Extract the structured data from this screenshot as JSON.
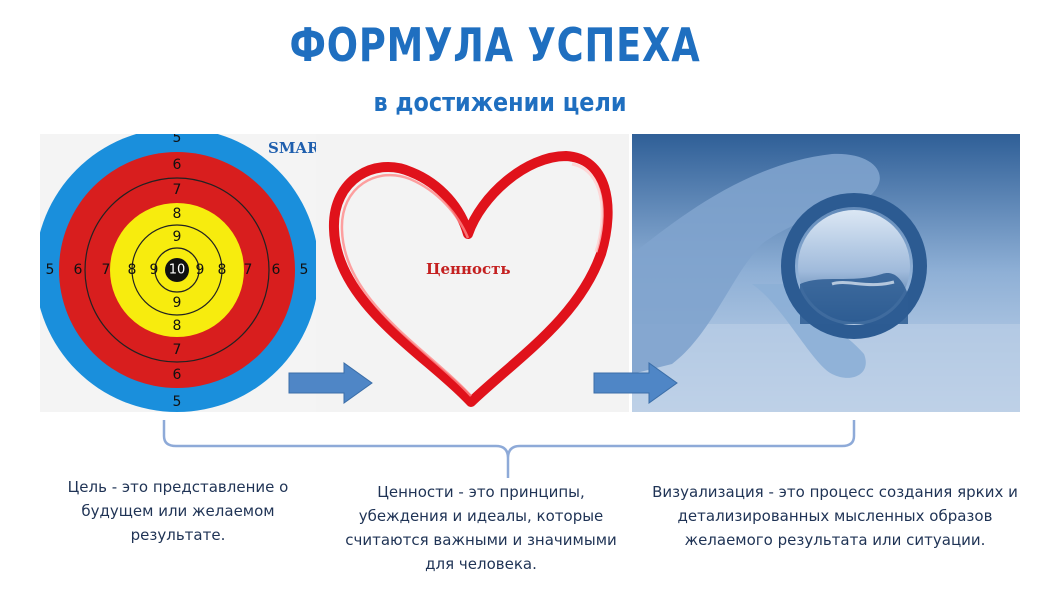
{
  "header": {
    "title": "ФОРМУЛА УСПЕХА",
    "subtitle": "в достижении цели"
  },
  "target": {
    "label": "SMART",
    "ring_numbers": [
      "5",
      "6",
      "7",
      "8",
      "9",
      "10"
    ]
  },
  "heart": {
    "label": "Ценность"
  },
  "descriptions": {
    "goal": "Цель - это представление о будущем или желаемом результате.",
    "values": "Ценности - это принципы, убеждения и идеалы, которые считаются важными и значимыми для человека.",
    "visualization": "Визуализация -  это процесс создания ярких и детализированных мысленных образов желаемого результата или ситуации."
  },
  "colors": {
    "title": "#1f6fc0",
    "arrow": "#4f86c6",
    "brace": "#8eaad8",
    "heart": "#e0121b",
    "target_blue": "#1a8fdc",
    "target_red": "#d81e1e",
    "target_yellow": "#f7ec0e",
    "target_black": "#111111"
  }
}
